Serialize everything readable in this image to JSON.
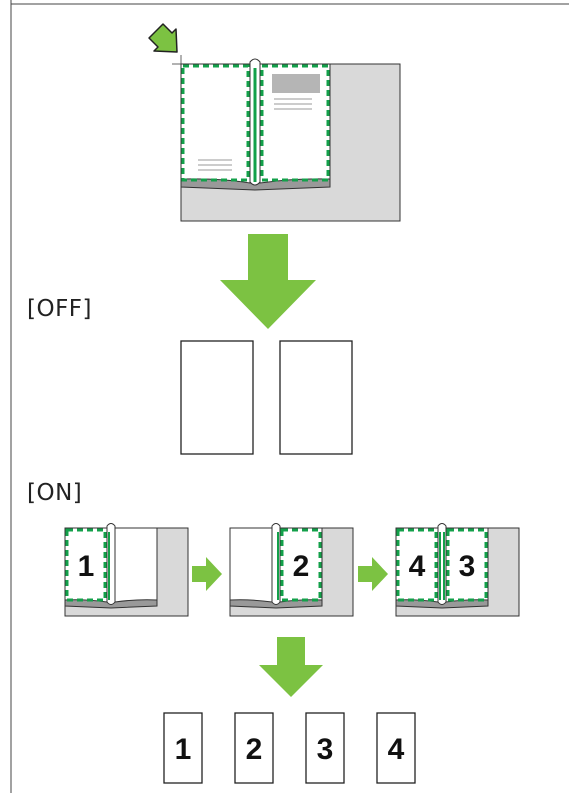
{
  "colors": {
    "accent_green": "#7cc242",
    "dash_green": "#13a04a",
    "platen_gray": "#d9d9d9",
    "outline": "#222222"
  },
  "labels": {
    "off": "[OFF]",
    "on": "[ON]"
  },
  "icons": {
    "corner_arrow": "diagonal-arrow-icon",
    "flow_down": "down-arrow-icon",
    "flow_right": "right-arrow-icon"
  },
  "on_sequence": [
    {
      "pages": [
        "1"
      ]
    },
    {
      "pages": [
        "2"
      ]
    },
    {
      "pages": [
        "4",
        "3"
      ]
    }
  ],
  "on_output_pages": [
    "1",
    "2",
    "3",
    "4"
  ]
}
